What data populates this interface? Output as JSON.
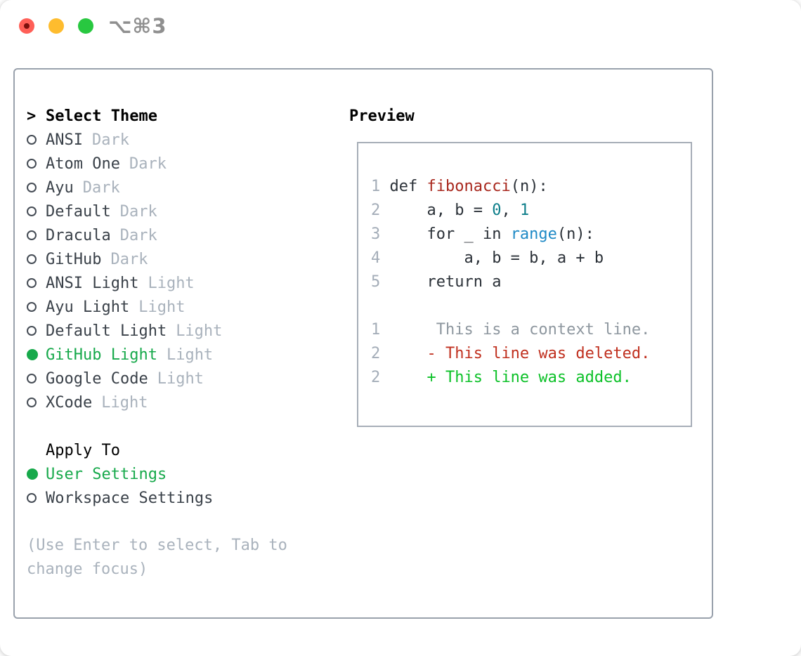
{
  "window": {
    "title": "⌥⌘3",
    "traffic_lights": [
      "close",
      "minimize",
      "zoom"
    ]
  },
  "palette": {
    "selected_green": "#17a94b",
    "radio_outline": "#454c55",
    "ui_text": "#3a4149",
    "ui_muted": "#a9b2bc",
    "heading": "#000000",
    "panel_border": "#99a1ac",
    "gutter": "#a4adb8",
    "code": "#2b3138",
    "func": "#a8271d",
    "builtin": "#1f8ac6",
    "num": "#0d7e8a",
    "context": "#8e979f",
    "deleted": "#c0301f",
    "added": "#0cc128",
    "traffic_red": "#ff5f57",
    "traffic_yellow": "#febc2e",
    "traffic_green": "#28c840"
  },
  "theme_picker": {
    "header_marker": ">",
    "header": "Select Theme",
    "themes": [
      {
        "name": "ANSI",
        "variant": "Dark",
        "selected": false
      },
      {
        "name": "Atom One",
        "variant": "Dark",
        "selected": false
      },
      {
        "name": "Ayu",
        "variant": "Dark",
        "selected": false
      },
      {
        "name": "Default",
        "variant": "Dark",
        "selected": false
      },
      {
        "name": "Dracula",
        "variant": "Dark",
        "selected": false
      },
      {
        "name": "GitHub",
        "variant": "Dark",
        "selected": false
      },
      {
        "name": "ANSI Light",
        "variant": "Light",
        "selected": false
      },
      {
        "name": "Ayu Light",
        "variant": "Light",
        "selected": false
      },
      {
        "name": "Default Light",
        "variant": "Light",
        "selected": false
      },
      {
        "name": "GitHub Light",
        "variant": "Light",
        "selected": true
      },
      {
        "name": "Google Code",
        "variant": "Light",
        "selected": false
      },
      {
        "name": "XCode",
        "variant": "Light",
        "selected": false
      }
    ]
  },
  "apply_to": {
    "header": "Apply To",
    "options": [
      {
        "label": "User Settings",
        "selected": true
      },
      {
        "label": "Workspace Settings",
        "selected": false
      }
    ]
  },
  "hint": "(Use Enter to select, Tab to change focus)",
  "preview": {
    "header": "Preview",
    "lines": [
      {
        "tokens": [
          {
            "t": "1 ",
            "c": "gutter"
          },
          {
            "t": "def ",
            "c": "code"
          },
          {
            "t": "fibonacci",
            "c": "func"
          },
          {
            "t": "(n):",
            "c": "code"
          }
        ]
      },
      {
        "tokens": [
          {
            "t": "2 ",
            "c": "gutter"
          },
          {
            "t": "    a, b = ",
            "c": "code"
          },
          {
            "t": "0",
            "c": "num"
          },
          {
            "t": ", ",
            "c": "code"
          },
          {
            "t": "1",
            "c": "num"
          }
        ]
      },
      {
        "tokens": [
          {
            "t": "3 ",
            "c": "gutter"
          },
          {
            "t": "    for _ in ",
            "c": "code"
          },
          {
            "t": "range",
            "c": "builtin"
          },
          {
            "t": "(n):",
            "c": "code"
          }
        ]
      },
      {
        "tokens": [
          {
            "t": "4 ",
            "c": "gutter"
          },
          {
            "t": "        a, b = b, a + b",
            "c": "code"
          }
        ]
      },
      {
        "tokens": [
          {
            "t": "5 ",
            "c": "gutter"
          },
          {
            "t": "    return a",
            "c": "code"
          }
        ]
      },
      {
        "tokens": []
      },
      {
        "tokens": [
          {
            "t": "1 ",
            "c": "gutter"
          },
          {
            "t": "     This is a context line.",
            "c": "context"
          }
        ]
      },
      {
        "tokens": [
          {
            "t": "2 ",
            "c": "gutter"
          },
          {
            "t": "    - This line was deleted.",
            "c": "deleted"
          }
        ]
      },
      {
        "tokens": [
          {
            "t": "2 ",
            "c": "gutter"
          },
          {
            "t": "    + This line was added.",
            "c": "added"
          }
        ]
      }
    ]
  }
}
